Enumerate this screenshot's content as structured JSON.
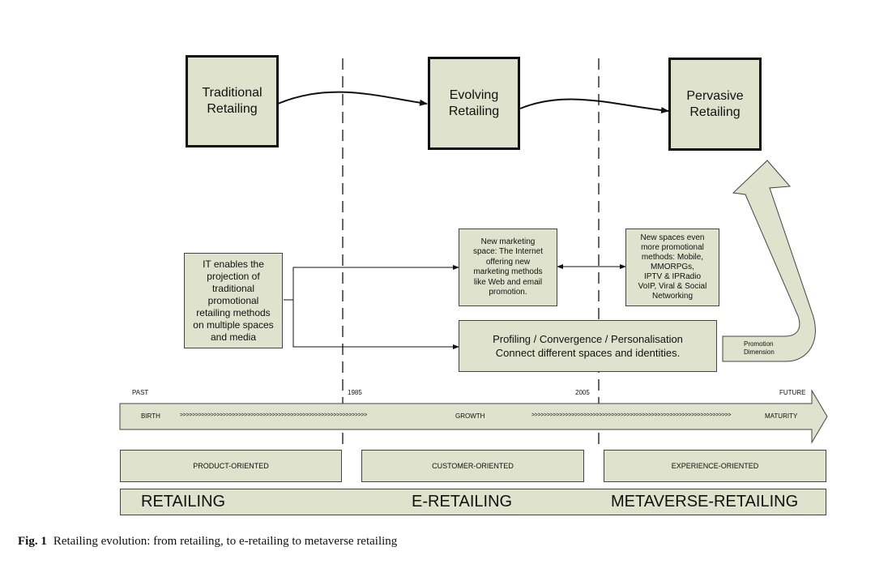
{
  "stages": {
    "traditional": "Traditional\nRetailing",
    "evolving": "Evolving\nRetailing",
    "pervasive": "Pervasive\nRetailing"
  },
  "boxes": {
    "it_enables": "IT enables the\nprojection of\ntraditional\npromotional\nretailing methods\non multiple spaces\nand media",
    "new_marketing": "New marketing\nspace: The Internet\noffering new\nmarketing methods\nlike Web and email\npromotion.",
    "new_spaces": "New spaces even\nmore promotional\nmethods: Mobile,\nMMORPGs,\nIPTV & IPRadio\nVoIP, Viral & Social\nNetworking",
    "profiling": "Profiling / Convergence / Personalisation\nConnect different spaces and identities.",
    "promotion_dimension": "Promotion\nDimension"
  },
  "timeline": {
    "past": "PAST",
    "year_1985": "1985",
    "year_2005": "2005",
    "future": "FUTURE",
    "birth": "BIRTH",
    "growth": "GROWTH",
    "maturity": "MATURITY",
    "chevrons_1": ">>>>>>>>>>>>>>>>>>>>>>>>>>>>>>>>>>>>>>>>>>>>>>>>>>>>>>>>>>>>>",
    "chevrons_2": ">>>>>>>>>>>>>>>>>>>>>>>>>>>>>>>>>>>>>>>>>>>>>>>>>>>>>>>>>>>>>>>>>"
  },
  "orientations": [
    "PRODUCT-ORIENTED",
    "CUSTOMER-ORIENTED",
    "EXPERIENCE-ORIENTED"
  ],
  "eras": [
    "RETAILING",
    "E-RETAILING",
    "METAVERSE-RETAILING"
  ],
  "caption": {
    "label": "Fig. 1",
    "text": "Retailing evolution: from retailing, to e-retailing to metaverse retailing"
  },
  "colors": {
    "fill": "#dfe2cc",
    "stroke": "#111111"
  }
}
